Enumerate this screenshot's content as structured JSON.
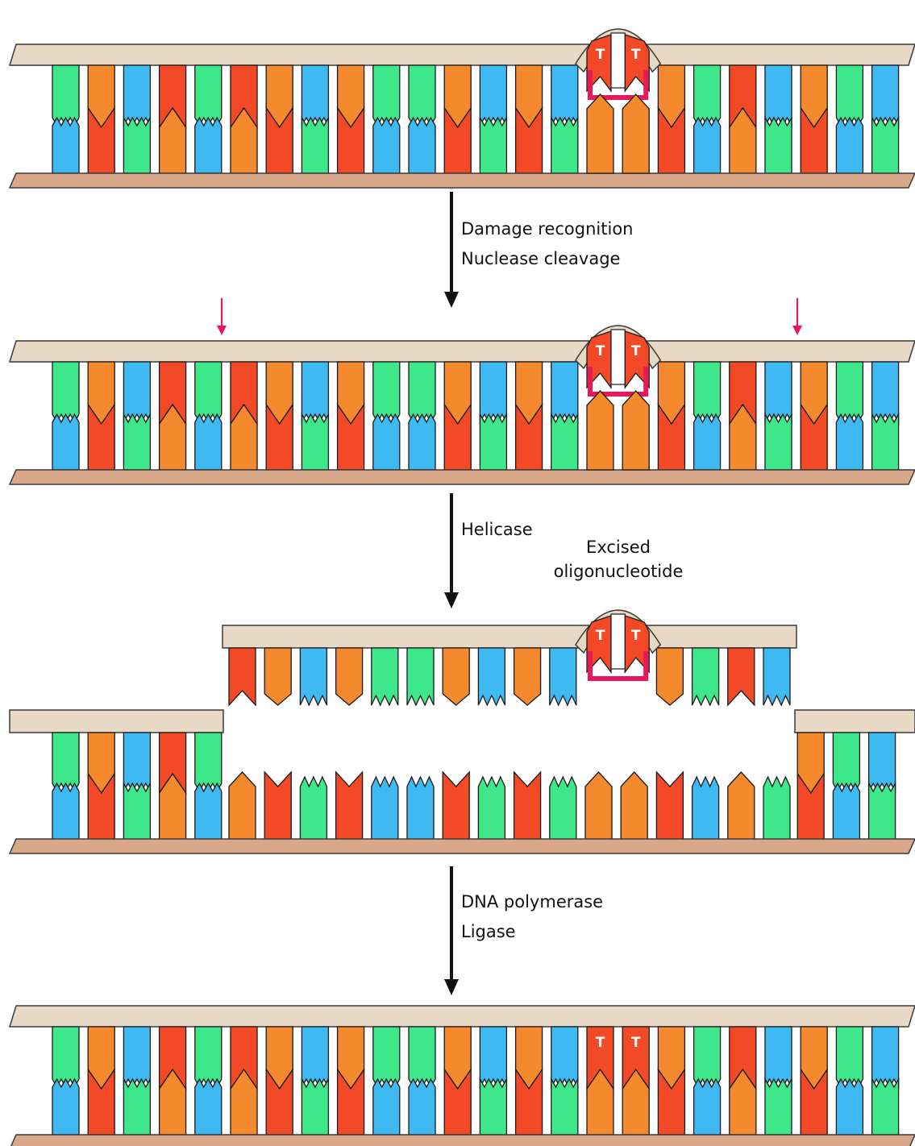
{
  "steps": [
    {
      "line1": "Damage recognition",
      "line2": "Nuclease cleavage"
    },
    {
      "line1": "Helicase"
    },
    {
      "line1": "DNA polymerase",
      "line2": "Ligase"
    }
  ],
  "excised_label": {
    "line1": "Excised",
    "line2": "oligonucleotide"
  },
  "base_label": "T",
  "colors": {
    "backbone_top": "#e8d8c6",
    "backbone_bottom": "#d9a88a",
    "green": "#3ee88a",
    "blue": "#3fb9f2",
    "orange": "#f5892d",
    "red": "#f24a26",
    "dimer": "#e8195a",
    "cleavage_arrow": "#e8195a",
    "step_arrow": "#111111"
  },
  "base_pairs": [
    [
      "green",
      "blue"
    ],
    [
      "orange",
      "red"
    ],
    [
      "blue",
      "green"
    ],
    [
      "red",
      "orange"
    ],
    [
      "green",
      "blue"
    ],
    [
      "red",
      "orange"
    ],
    [
      "orange",
      "red"
    ],
    [
      "blue",
      "green"
    ],
    [
      "orange",
      "red"
    ],
    [
      "green",
      "blue"
    ],
    [
      "green",
      "blue"
    ],
    [
      "orange",
      "red"
    ],
    [
      "blue",
      "green"
    ],
    [
      "orange",
      "red"
    ],
    [
      "blue",
      "green"
    ],
    [
      "red",
      "orange"
    ],
    [
      "red",
      "orange"
    ],
    [
      "orange",
      "red"
    ],
    [
      "green",
      "blue"
    ],
    [
      "red",
      "orange"
    ],
    [
      "blue",
      "green"
    ],
    [
      "orange",
      "red"
    ],
    [
      "green",
      "blue"
    ],
    [
      "blue",
      "green"
    ]
  ]
}
